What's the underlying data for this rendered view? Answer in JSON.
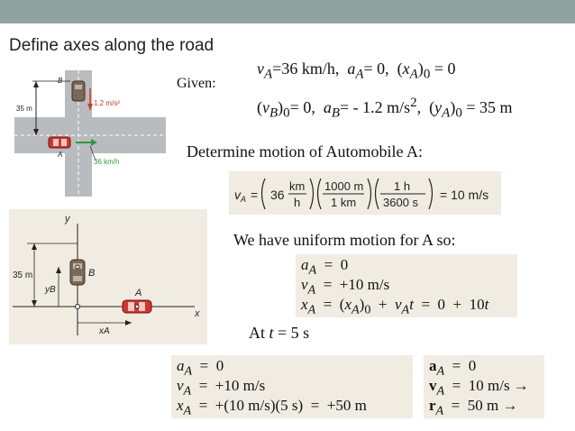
{
  "heading": "Define axes along the road",
  "given_label": "Given:",
  "given_line1": "vA=36 km/h, aA= 0, (xA)0 = 0",
  "given_line2": "(vB)0= 0, aB= - 1.2 m/s², (yA)0 = 35 m",
  "determine": "Determine motion of Automobile A:",
  "conversion": {
    "lhs": "vA =",
    "factor1_num": "36",
    "factor1_unit_top": "km",
    "factor1_unit_bot": "h",
    "factor2_top": "1000 m",
    "factor2_bot": "1 km",
    "factor3_top": "1 h",
    "factor3_bot": "3600 s",
    "result": "= 10 m/s"
  },
  "uniform": "We have uniform motion for A so:",
  "motion_eqs": {
    "a": "aA = 0",
    "v": "vA = +10 m/s",
    "x": "xA = (xA)0 + vAt = 0 + 10t"
  },
  "at_time": "At t = 5 s",
  "results_left": {
    "a": "aA = 0",
    "v": "vA = +10 m/s",
    "x": "xA = +(10 m/s)(5 s) = +50 m"
  },
  "results_right": {
    "a": "aA = 0",
    "v": "vA = 10 m/s →",
    "r": "rA = 50 m →"
  },
  "fig1": {
    "label_B": "B",
    "label_A": "A",
    "dist": "35 m",
    "accel": "1.2 m/s²",
    "speed": "36 km/h"
  },
  "fig2": {
    "axis_y": "y",
    "axis_x": "x",
    "label_B": "B",
    "label_A": "A",
    "dist": "35 m",
    "yB": "yB",
    "xA": "xA"
  },
  "colors": {
    "topbar": "#8fa3a1",
    "box": "#f1ece2",
    "road": "#b9bcbf",
    "car_red": "#d9322b",
    "arrow_green": "#2e9a3b"
  }
}
